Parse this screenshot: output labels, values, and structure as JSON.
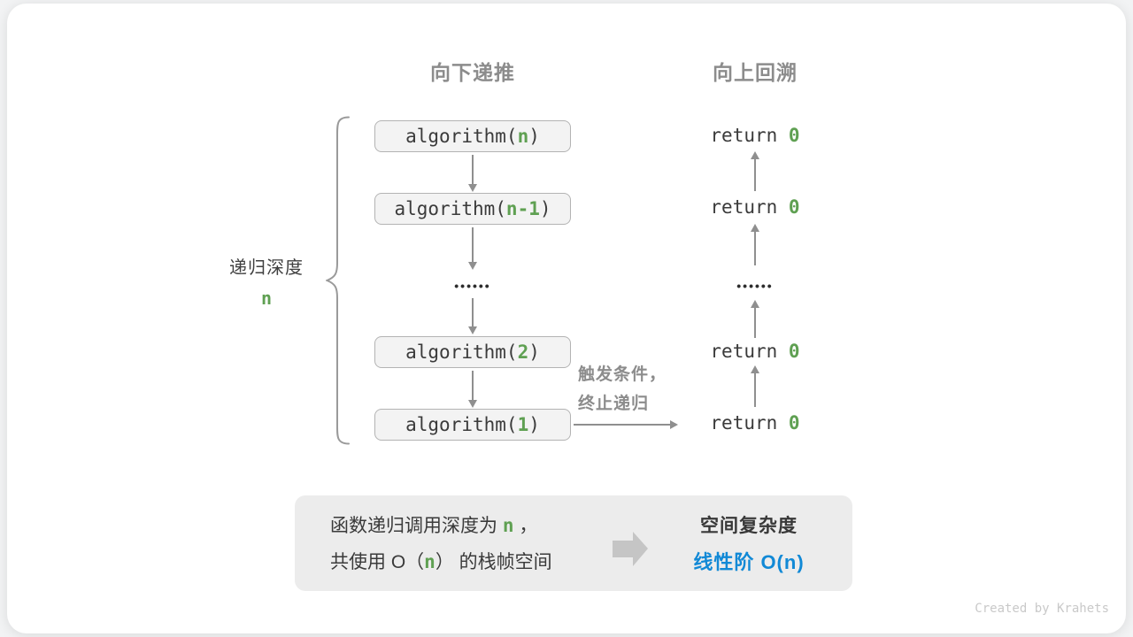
{
  "colors": {
    "arg_green": "#5fa052",
    "conclusion_blue": "#1189d6",
    "heading_gray": "#8c8c8c",
    "code_dark": "#3b3b3b",
    "box_fill": "#f3f3f3",
    "box_border": "#b3b3b3",
    "summary_fill": "#ececec",
    "arrow_gray": "#8f8f8f"
  },
  "headers": {
    "recurse_down": "向下递推",
    "backtrack_up": "向上回溯"
  },
  "depth_label": {
    "title": "递归深度",
    "value": "n"
  },
  "call_stack": {
    "dots": "••••••",
    "boxes": [
      {
        "prefix": "algorithm(",
        "arg": "n",
        "suffix": ")"
      },
      {
        "prefix": "algorithm(",
        "arg": "n-1",
        "suffix": ")"
      },
      {
        "prefix": "algorithm(",
        "arg": "2",
        "suffix": ")"
      },
      {
        "prefix": "algorithm(",
        "arg": "1",
        "suffix": ")"
      }
    ]
  },
  "returns": {
    "dots": "••••••",
    "items": [
      {
        "prefix": "return ",
        "value": "0"
      },
      {
        "prefix": "return ",
        "value": "0"
      },
      {
        "prefix": "return ",
        "value": "0"
      },
      {
        "prefix": "return ",
        "value": "0"
      }
    ]
  },
  "trigger_note": {
    "line1": "触发条件，",
    "line2": "终止递归"
  },
  "summary": {
    "left_line1": {
      "pre": "函数递归调用深度为 ",
      "arg": "n",
      "post": " ，"
    },
    "left_line2": {
      "pre": "共使用 O（",
      "arg": "n",
      "post": "） 的栈帧空间"
    },
    "right_line1": "空间复杂度",
    "right_line2": "线性阶 O(n)"
  },
  "footer": {
    "credit": "Created by Krahets"
  }
}
